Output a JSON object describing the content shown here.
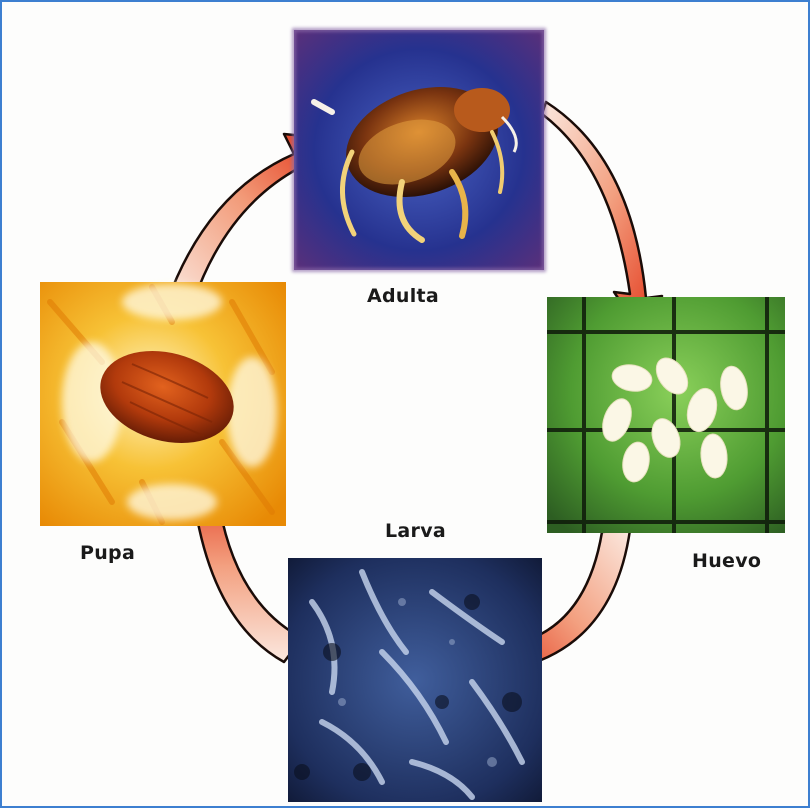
{
  "stages": {
    "adult": {
      "label": "Adulta"
    },
    "egg": {
      "label": "Huevo"
    },
    "larva": {
      "label": "Larva"
    },
    "pupa": {
      "label": "Pupa"
    }
  },
  "colors": {
    "border": "#3d7fd0",
    "arrow_dark": "#e23a1c",
    "arrow_light": "#fbe3d9",
    "adult_bg": "#24308a",
    "egg_bg": "#58a83a",
    "larva_bg": "#1c2e5e",
    "pupa_bg": "#f2b000"
  }
}
